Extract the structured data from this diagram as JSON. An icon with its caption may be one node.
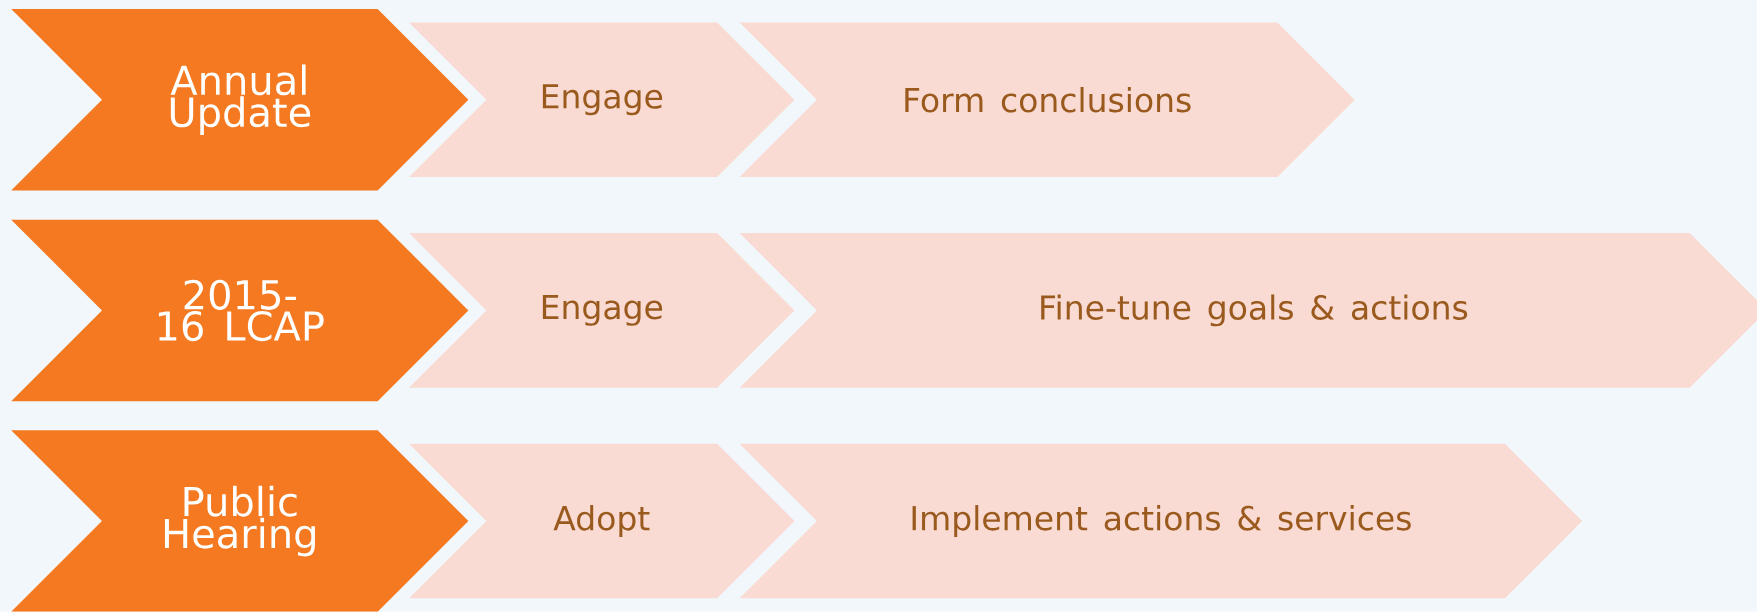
{
  "diagram": {
    "nodes": [
      {
        "text": [
          "Annual Update"
        ]
      },
      {
        "text": [
          "Engage"
        ]
      },
      {
        "text": [
          "Form conclusions"
        ]
      },
      {
        "text": [
          "2015-16 LCAP"
        ]
      },
      {
        "text": [
          "Engage"
        ]
      },
      {
        "text": [
          "Fine-tune goals & actions"
        ]
      },
      {
        "text": [
          "Public Hearing"
        ]
      },
      {
        "text": [
          "Adopt"
        ]
      },
      {
        "text": [
          "Implement actions & services"
        ]
      }
    ]
  }
}
